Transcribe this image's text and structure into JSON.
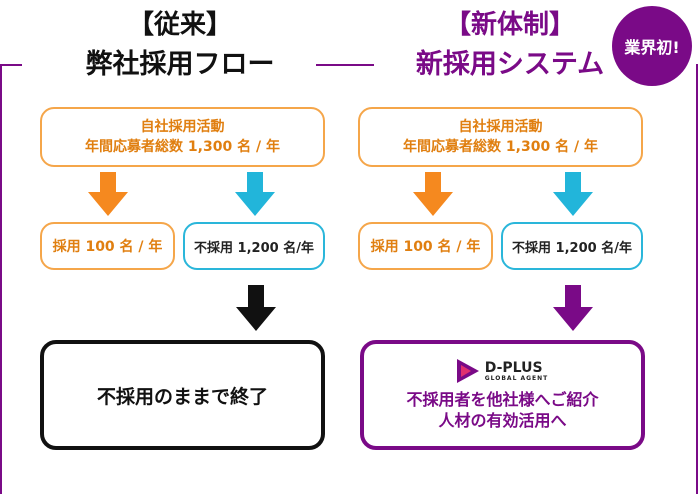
{
  "badge": "業界初!",
  "old": {
    "tag": "【従来】",
    "heading": "弊社採用フロー",
    "activity_line1": "自社採用活動",
    "activity_line2": "年間応募者総数 1,300 名 / 年",
    "hired": "採用 100 名 / 年",
    "rejected": "不採用 1,200 名/年",
    "result": "不採用のままで終了"
  },
  "new": {
    "tag": "【新体制】",
    "heading": "新採用システム",
    "activity_line1": "自社採用活動",
    "activity_line2": "年間応募者総数 1,300 名 / 年",
    "hired": "採用 100 名 / 年",
    "rejected": "不採用 1,200 名/年",
    "logo_name": "D-PLUS",
    "logo_sub": "GLOBAL AGENT",
    "result_line1": "不採用者を他社様へご紹介",
    "result_line2": "人材の有効活用へ"
  },
  "colors": {
    "purple": "#7a0a87",
    "orange": "#f5a64a",
    "cyan": "#2ab6da",
    "black": "#111111"
  },
  "icons": [
    "arrow-down-orange-icon",
    "arrow-down-cyan-icon",
    "arrow-down-black-icon",
    "arrow-down-purple-icon",
    "d-plus-logo-icon"
  ]
}
